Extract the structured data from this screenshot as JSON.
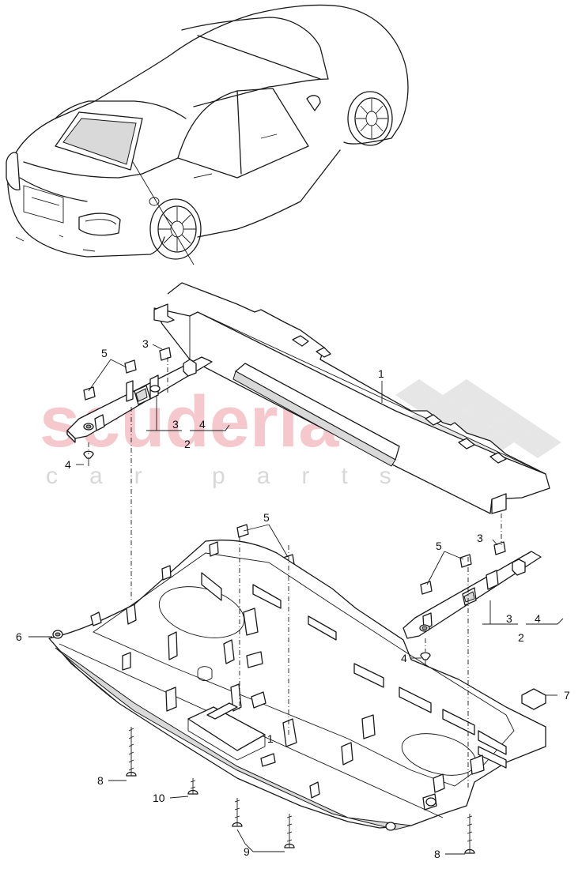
{
  "watermark": {
    "brand": "scuderia",
    "tagline": "car parts"
  },
  "callouts": [
    {
      "id": "c1",
      "label": "1"
    },
    {
      "id": "c2a",
      "label": "2"
    },
    {
      "id": "c3a",
      "label": "3"
    },
    {
      "id": "c3b",
      "label": "3"
    },
    {
      "id": "c4a",
      "label": "4"
    },
    {
      "id": "c4b",
      "label": "4"
    },
    {
      "id": "c5a",
      "label": "5"
    },
    {
      "id": "c3c",
      "label": "3"
    },
    {
      "id": "c5b",
      "label": "5"
    },
    {
      "id": "c5c",
      "label": "5"
    },
    {
      "id": "c3d",
      "label": "3"
    },
    {
      "id": "c3e",
      "label": "3"
    },
    {
      "id": "c4c",
      "label": "4"
    },
    {
      "id": "c2b",
      "label": "2"
    },
    {
      "id": "c4d",
      "label": "4"
    },
    {
      "id": "c6",
      "label": "6"
    },
    {
      "id": "c7",
      "label": "7"
    },
    {
      "id": "c8a",
      "label": "8"
    },
    {
      "id": "c10",
      "label": "10"
    },
    {
      "id": "c9",
      "label": "9"
    },
    {
      "id": "c8b",
      "label": "8"
    },
    {
      "id": "c1b",
      "label": "1"
    }
  ]
}
